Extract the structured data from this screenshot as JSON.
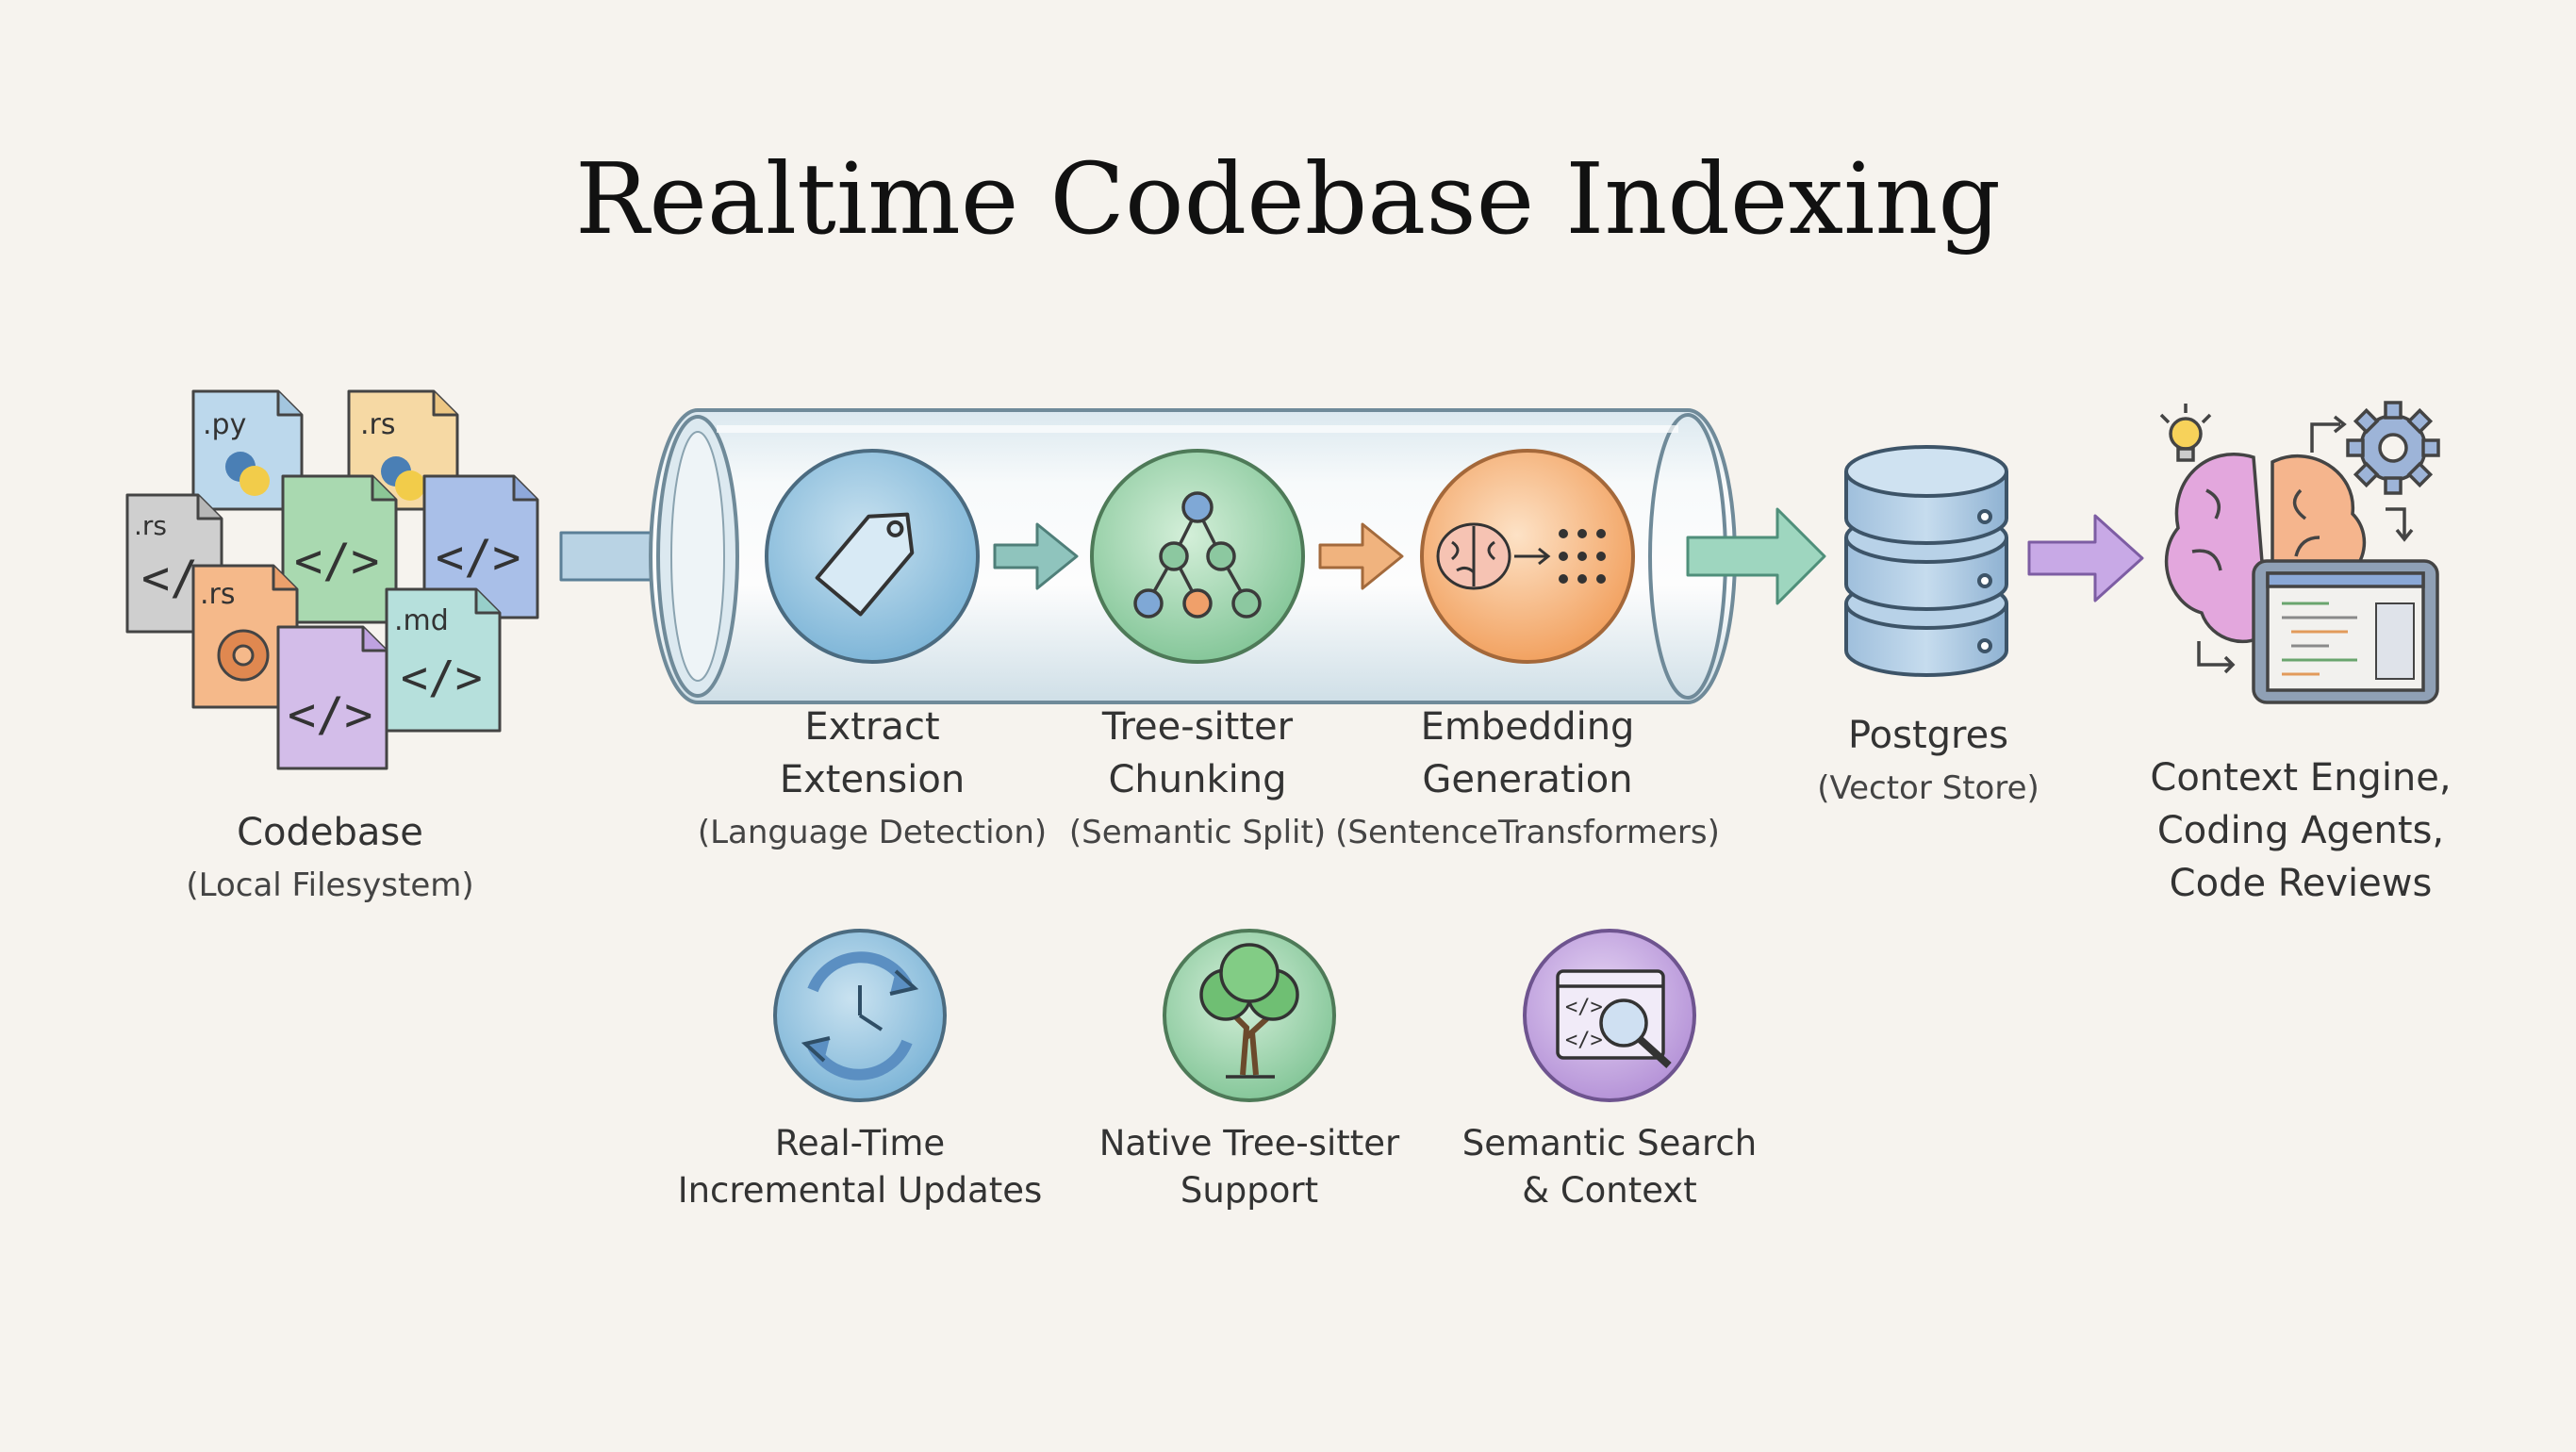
{
  "title": "Realtime Codebase Indexing",
  "source": {
    "name": "Codebase",
    "detail": "(Local Filesystem)",
    "file_tags": [
      ".py",
      ".rs",
      ".rs",
      ".rs",
      ".md"
    ]
  },
  "stages": [
    {
      "name_line1": "Extract",
      "name_line2": "Extension",
      "detail": "(Language Detection)",
      "icon": "tag-icon",
      "color": "#7fb6d8"
    },
    {
      "name_line1": "Tree-sitter",
      "name_line2": "Chunking",
      "detail": "(Semantic Split)",
      "icon": "tree-graph-icon",
      "color": "#86c79a"
    },
    {
      "name_line1": "Embedding",
      "name_line2": "Generation",
      "detail": "(SentenceTransformers)",
      "icon": "brain-to-vector-icon",
      "color": "#f2a261"
    }
  ],
  "store": {
    "name": "Postgres",
    "detail": "(Vector Store)"
  },
  "consumers": {
    "line1": "Context Engine,",
    "line2": "Coding Agents,",
    "line3": "Code Reviews"
  },
  "features": [
    {
      "line1": "Real-Time",
      "line2": "Incremental Updates",
      "icon": "refresh-clock-icon"
    },
    {
      "line1": "Native Tree-sitter",
      "line2": "Support",
      "icon": "tree-icon"
    },
    {
      "line1": "Semantic Search",
      "line2": "& Context",
      "icon": "code-search-icon"
    }
  ],
  "colors": {
    "background": "#f6f3ee",
    "blue": "#7fb6d8",
    "green": "#86c79a",
    "orange": "#f2a261",
    "purple": "#b694d8",
    "teal": "#7fc4b4"
  }
}
